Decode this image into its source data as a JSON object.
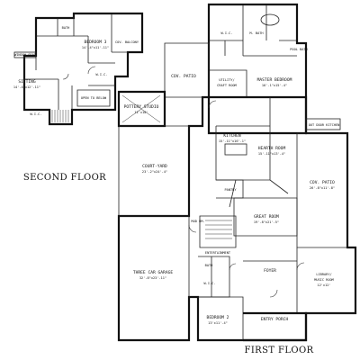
{
  "floors": {
    "second": {
      "title": "SECOND FLOOR",
      "rooms": {
        "bath": "BATH",
        "bedroom3": "BEDROOM 3",
        "bedroom3_dim": "14'-4\"x11'-11\"",
        "cov_balcony": "COV. BALCONY",
        "window_seat": "WINDOW SEAT",
        "sitting": "SITTING",
        "sitting_dim": "14'-4\"x12'-11\"",
        "wic_center": "W.I.C.",
        "wic_left": "W.I.C.",
        "open_to_below": "OPEN TO BELOW"
      }
    },
    "first": {
      "title": "FIRST FLOOR",
      "rooms": {
        "wic_master": "W.I.C.",
        "m_bath": "M. BATH",
        "pool_bath": "POOL BATH",
        "cov_patio_top": "COV. PATIO",
        "utility": "UTILITY/",
        "craft_room": "CRAFT ROOM",
        "master_bedroom": "MASTER BEDROOM",
        "master_bedroom_dim": "16'-1\"x15'-4\"",
        "pottery_studio": "POTTERY STUDIO",
        "pottery_dim": "11'x10'",
        "kitchen": "KITCHEN",
        "kitchen_dim": "15'-11\"x16'-1\"",
        "hearth_room": "HEARTH ROOM",
        "hearth_dim": "15'-11\"x13'-4\"",
        "outdoor_kitchen": "OUT DOOR KITCHEN",
        "courtyard": "COURT-YARD",
        "courtyard_dim": "23'-2\"x24'-4\"",
        "cov_patio_right": "COV. PATIO",
        "cov_patio_right_dim": "26'-8\"x11'-8\"",
        "pantry": "PANTRY",
        "great_room": "GREAT ROOM",
        "great_room_dim": "19'-8\"x21'-5\"",
        "mud_rm": "MUD RM.",
        "entertainment": "ENTERTAINMENT",
        "three_car_garage": "THREE CAR GARAGE",
        "garage_dim": "32'-8\"x23'-11\"",
        "bath_lower": "BATH",
        "wic_lower": "W.I.C.",
        "foyer": "FOYER",
        "library": "LIBRARY/",
        "music_room": "MUSIC ROOM",
        "library_dim": "12'x12'",
        "bedroom2": "BEDROOM 2",
        "bedroom2_dim": "13'x11'-4\"",
        "entry_porch": "ENTRY PORCH"
      }
    }
  }
}
